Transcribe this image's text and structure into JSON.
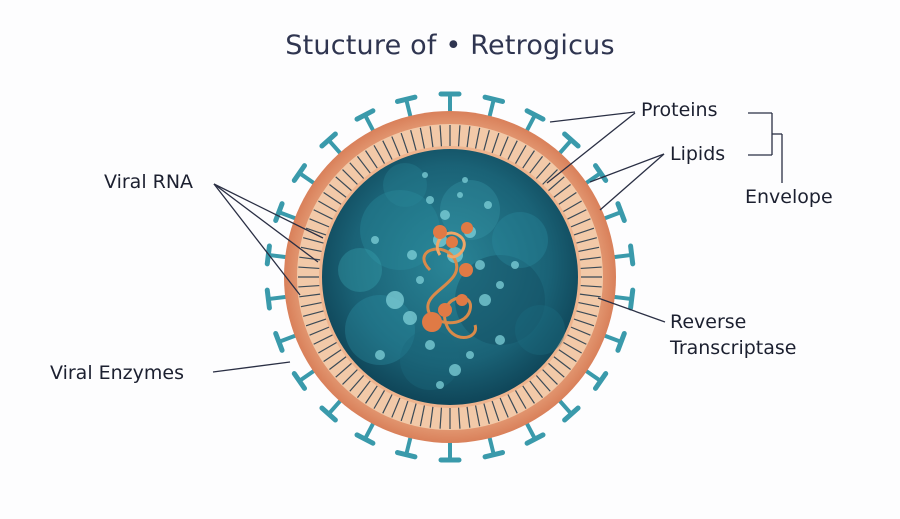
{
  "title": "Stucture of • Retrogicus",
  "labels": {
    "proteins": "Proteins",
    "lipids": "Lipids",
    "envelope": "Envelope",
    "viral_rna": "Viral RNA",
    "reverse_transcriptase": "Reverse\nTranscriptase",
    "viral_enzymes": "Viral Enzymes"
  },
  "colors": {
    "envelope_outer": "#e08a62",
    "envelope_inner": "#eeb58f",
    "core": "#1f6f84",
    "core_dark": "#124a5e",
    "spike": "#3a9aab",
    "rna": "#d98a4a",
    "line": "#2a2f44"
  }
}
